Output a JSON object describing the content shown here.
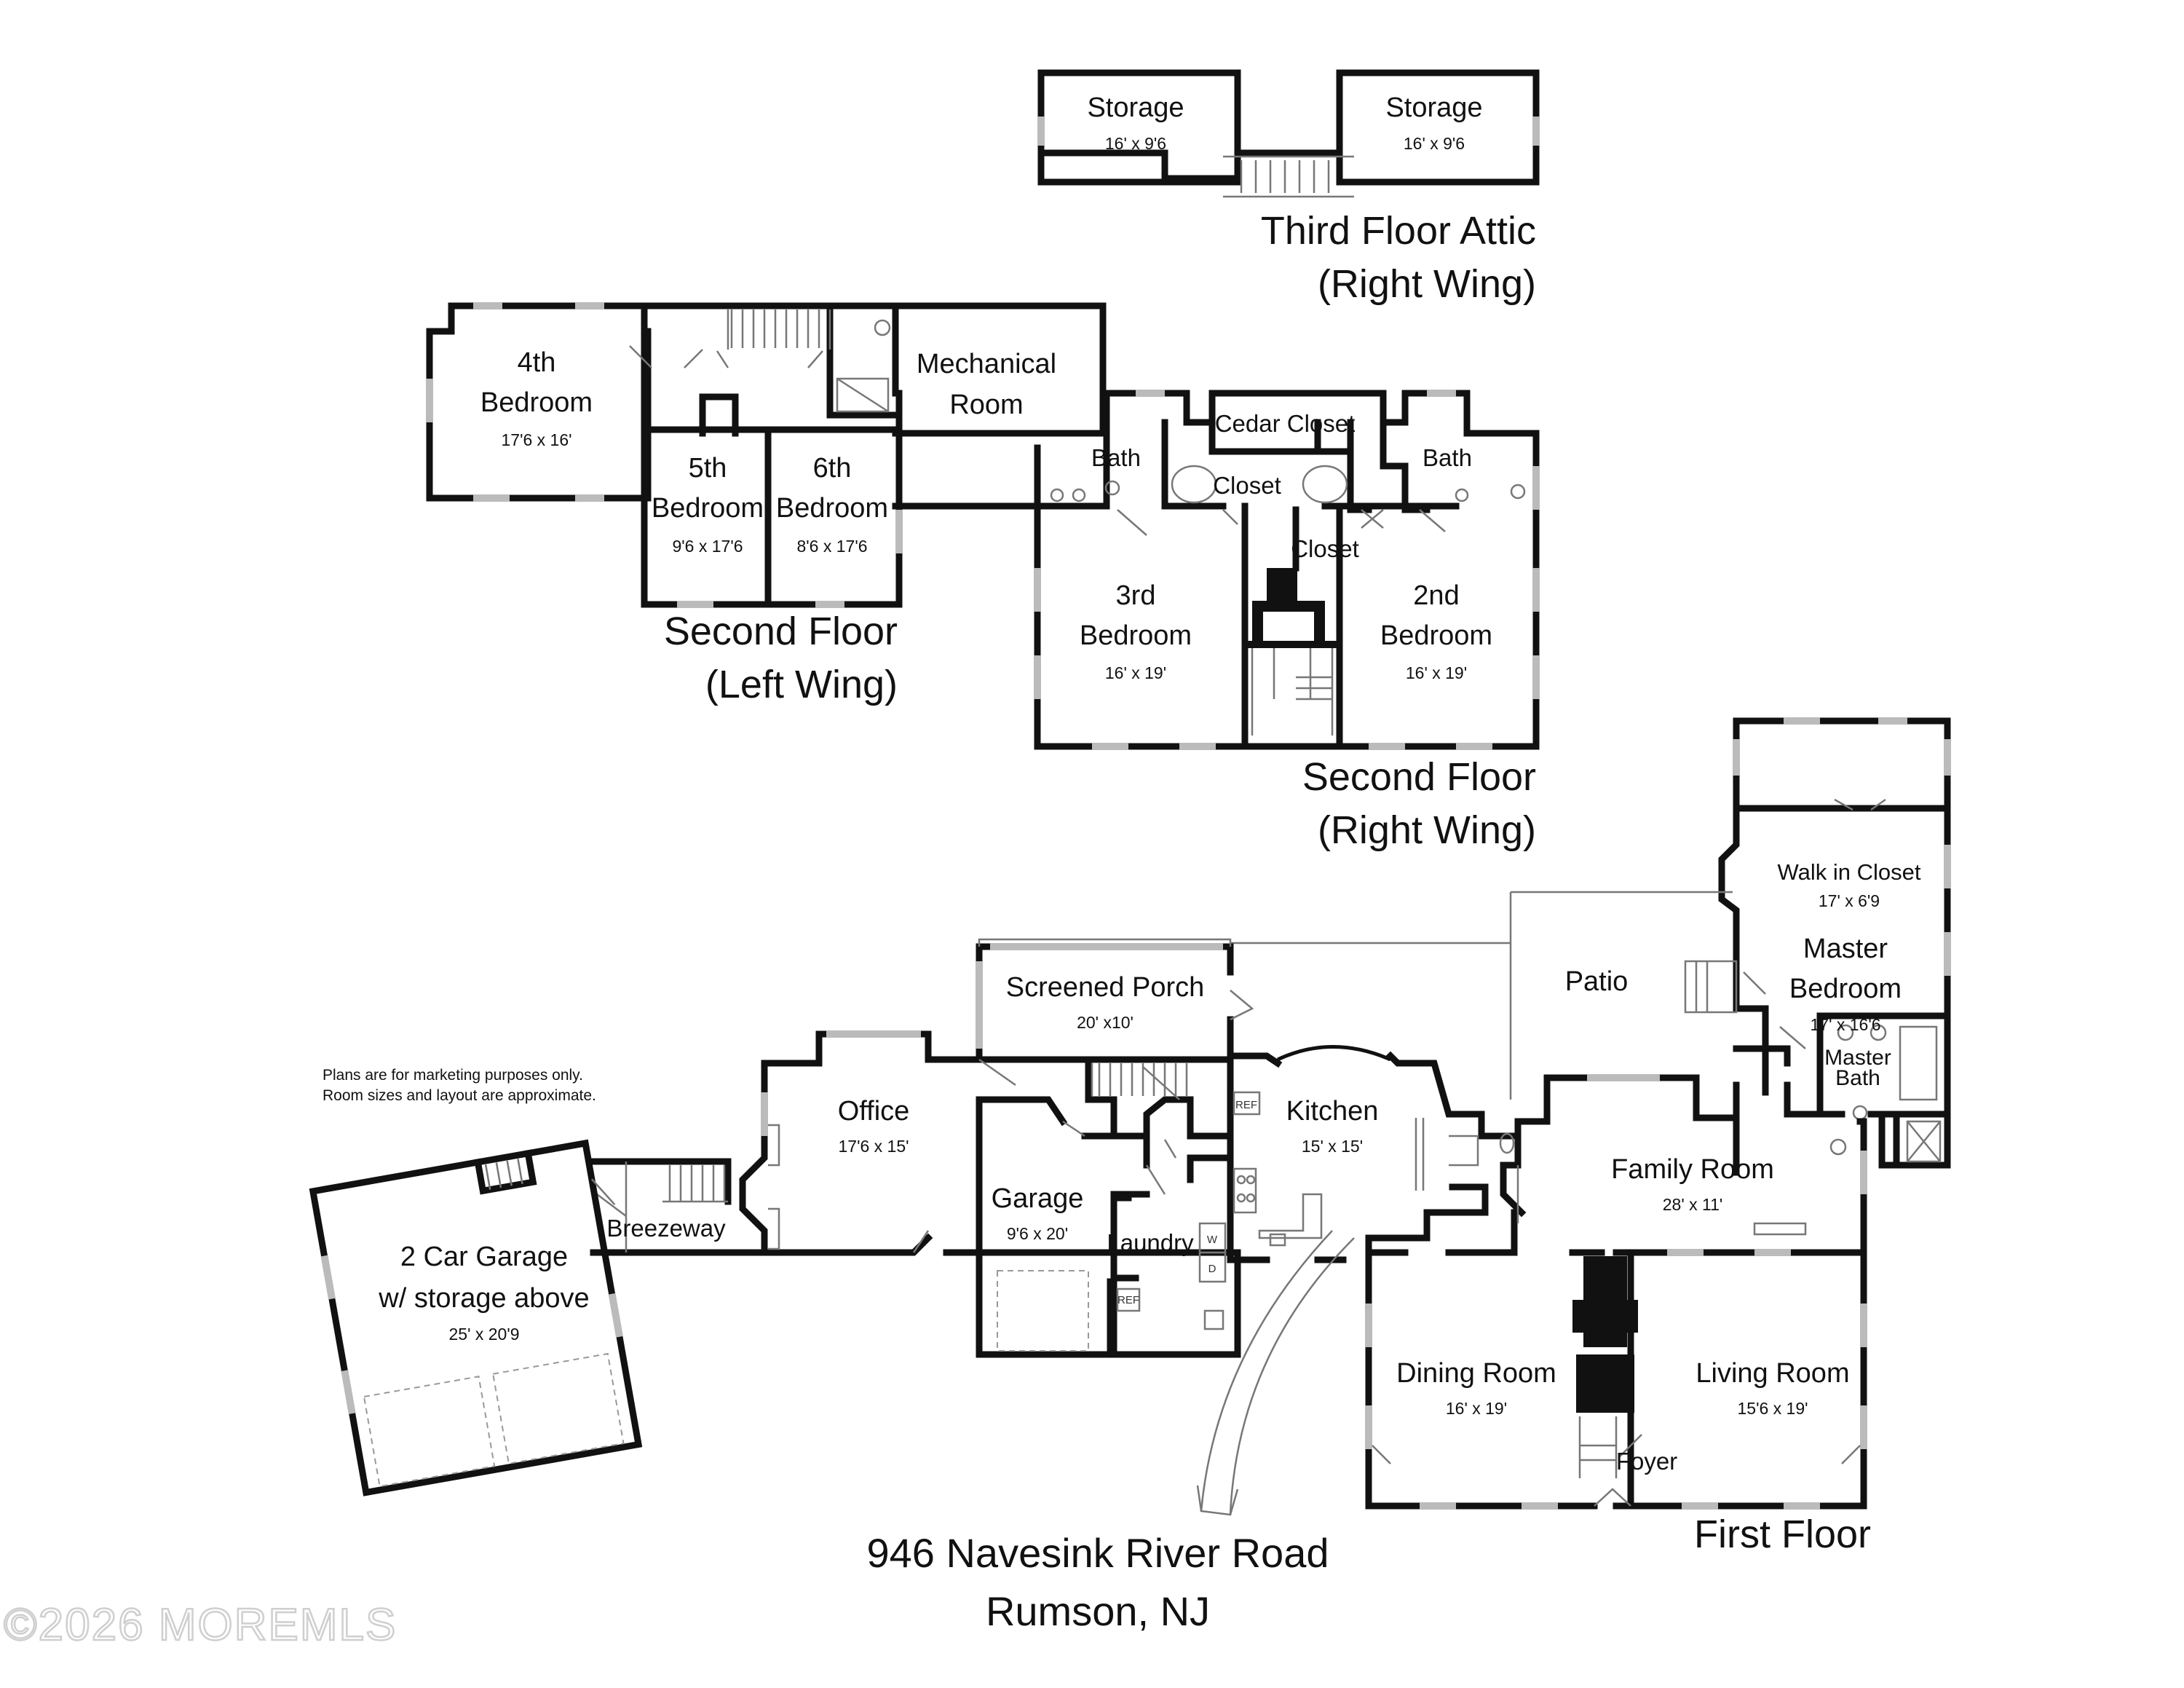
{
  "floors": {
    "attic": {
      "label_line1": "Third Floor Attic",
      "label_line2": "(Right Wing)"
    },
    "second_left": {
      "label_line1": "Second Floor",
      "label_line2": "(Left Wing)"
    },
    "second_right": {
      "label_line1": "Second Floor",
      "label_line2": "(Right Wing)"
    },
    "first": {
      "label": "First Floor"
    }
  },
  "rooms": {
    "storage_left": {
      "name": "Storage",
      "size": "16' x 9'6"
    },
    "storage_right": {
      "name": "Storage",
      "size": "16' x 9'6"
    },
    "bedroom4": {
      "line1": "4th",
      "line2": "Bedroom",
      "size": "17'6 x 16'"
    },
    "bedroom5": {
      "line1": "5th",
      "line2": "Bedroom",
      "size": "9'6 x 17'6"
    },
    "bedroom6": {
      "line1": "6th",
      "line2": "Bedroom",
      "size": "8'6 x 17'6"
    },
    "mechanical": {
      "line1": "Mechanical",
      "line2": "Room"
    },
    "bath_left": {
      "name": "Bath"
    },
    "bath_right": {
      "name": "Bath"
    },
    "cedar_closet": {
      "name": "Cedar Closet"
    },
    "closet_left": {
      "name": "Closet"
    },
    "closet_right": {
      "name": "Closet"
    },
    "bedroom3": {
      "line1": "3rd",
      "line2": "Bedroom",
      "size": "16' x 19'"
    },
    "bedroom2": {
      "line1": "2nd",
      "line2": "Bedroom",
      "size": "16' x 19'"
    },
    "walk_in_closet": {
      "name": "Walk in Closet",
      "size": "17' x 6'9"
    },
    "master_bedroom": {
      "line1": "Master",
      "line2": "Bedroom",
      "size": "17' x 16'6"
    },
    "master_bath": {
      "line1": "Master",
      "line2": "Bath"
    },
    "patio": {
      "name": "Patio"
    },
    "screened_porch": {
      "name": "Screened Porch",
      "size": "20' x10'"
    },
    "office": {
      "name": "Office",
      "size": "17'6 x 15'"
    },
    "kitchen": {
      "name": "Kitchen",
      "size": "15' x 15'"
    },
    "family_room": {
      "name": "Family Room",
      "size": "28' x 11'"
    },
    "garage": {
      "name": "Garage",
      "size": "9'6 x 20'"
    },
    "laundry": {
      "name": "Laundry"
    },
    "breezeway": {
      "name": "Breezeway"
    },
    "two_car_garage": {
      "line1": "2 Car Garage",
      "line2": "w/ storage above",
      "size": "25' x 20'9"
    },
    "dining_room": {
      "name": "Dining Room",
      "size": "16' x 19'"
    },
    "living_room": {
      "name": "Living Room",
      "size": "15'6 x 19'"
    },
    "foyer": {
      "name": "Foyer"
    }
  },
  "appliance_labels": {
    "ref": "REF",
    "washer": "W",
    "dryer": "D"
  },
  "disclaimer": {
    "line1": "Plans are for marketing purposes only.",
    "line2": "Room sizes and layout are approximate."
  },
  "address": {
    "street": "946 Navesink River Road",
    "city": "Rumson, NJ"
  },
  "watermark": "©2026 MOREMLS"
}
